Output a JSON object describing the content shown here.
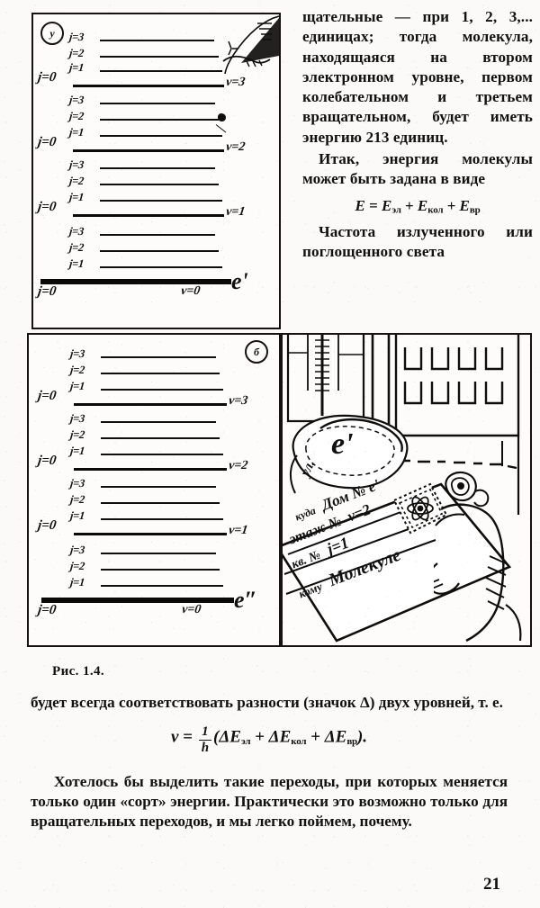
{
  "page": {
    "number": "21",
    "figure_caption": "Рис. 1.4."
  },
  "figure": {
    "panels": [
      {
        "id": "a",
        "marker": "у",
        "electronic_label": "e'",
        "vibrational_groups": [
          {
            "v_label": "v=3",
            "j_labels": [
              "j=3",
              "j=2",
              "j=1"
            ],
            "ground_label": "j=0"
          },
          {
            "v_label": "v=2",
            "j_labels": [
              "j=3",
              "j=2",
              "j=1"
            ],
            "ground_label": "j=0"
          },
          {
            "v_label": "v=1",
            "j_labels": [
              "j=3",
              "j=2",
              "j=1"
            ],
            "ground_label": "j=0"
          },
          {
            "v_label": "v=0",
            "j_labels": [
              "j=3",
              "j=2",
              "j=1"
            ],
            "ground_label": "j=0"
          }
        ]
      },
      {
        "id": "b",
        "marker": "б",
        "electronic_label": "e″",
        "vibrational_groups": [
          {
            "v_label": "v=3",
            "j_labels": [
              "j=3",
              "j=2",
              "j=1"
            ],
            "ground_label": "j=0"
          },
          {
            "v_label": "v=2",
            "j_labels": [
              "j=3",
              "j=2",
              "j=1"
            ],
            "ground_label": "j=0"
          },
          {
            "v_label": "v=1",
            "j_labels": [
              "j=3",
              "j=2",
              "j=1"
            ],
            "ground_label": "j=0"
          },
          {
            "v_label": "v=0",
            "j_labels": [
              "j=3",
              "j=2",
              "j=1"
            ],
            "ground_label": "j=0"
          }
        ]
      }
    ],
    "illustration": {
      "street_sign_label": "e'",
      "street_word": "ул.",
      "envelope": {
        "line1_key": "куда",
        "line1_value": "Дом № e'",
        "line2_key": "этаж №",
        "line2_value": "v=2",
        "line3_key": "кв. №",
        "line3_value": "j=1",
        "line4_key": "кому",
        "line4_value": "Молекуле",
        "stamp": "atom-stamp"
      }
    }
  },
  "right_column": {
    "para1": "щательные — при 1, 2, 3,... единицах; тогда молекула, находящаяся на втором электронном уровне, первом колебательном и третьем вращательном, будет иметь энергию 213 единиц.",
    "para2": "Итак, энергия молекулы может быть задана в виде",
    "formula_lhs": "E = E",
    "formula_sub1": "эл",
    "formula_plus": " + E",
    "formula_sub2": "кол",
    "formula_sub3": "вр",
    "formula_full": "E = Eел + Eкол + Eвр",
    "para3": "Частота   излученного или поглощенного света"
  },
  "bottom": {
    "para1": "будет  всегда  соответствовать  разности  (значок  Δ) двух уровней, т. е.",
    "formula": {
      "nu": "ν",
      "equals": "=",
      "num": "1",
      "den": "h",
      "body_open": "(Δ",
      "e1": "E",
      "s1": "эл",
      "plus1": " + Δ",
      "e2": "E",
      "s2": "кол",
      "plus2": " + Δ",
      "e3": "E",
      "s3": "вр",
      "body_close": ")."
    },
    "para2": "Хотелось бы выделить такие переходы, при которых меняется только один «сорт» энергии. Практически это возможно только для вращательных переходов, и мы легко поймем, почему."
  },
  "colors": {
    "ink": "#100e0c",
    "paper": "#fbfaf8"
  }
}
